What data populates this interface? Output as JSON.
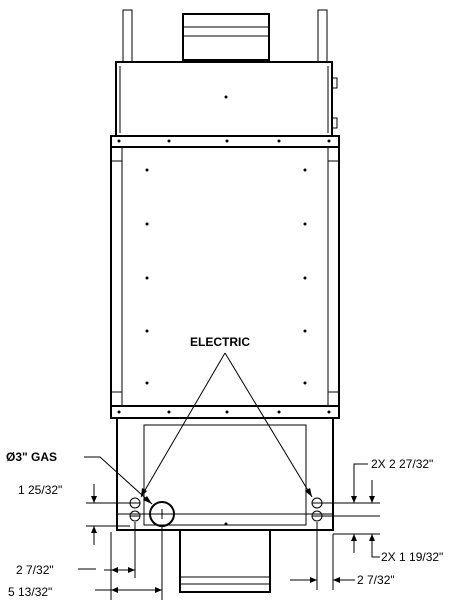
{
  "labels": {
    "electric": "ELECTRIC",
    "gas": "Ø3\" GAS",
    "dim_top_right": "2X 2 27/32\"",
    "dim_bottom_right": "2X 1 19/32\"",
    "dim_left_upper": "1 25/32\"",
    "dim_left_lower": "2 7/32\"",
    "dim_bottom_left": "5 13/32\"",
    "dim_bottom_right_lower": "2 7/32\""
  },
  "colors": {
    "line": "#000000",
    "background": "#ffffff"
  }
}
